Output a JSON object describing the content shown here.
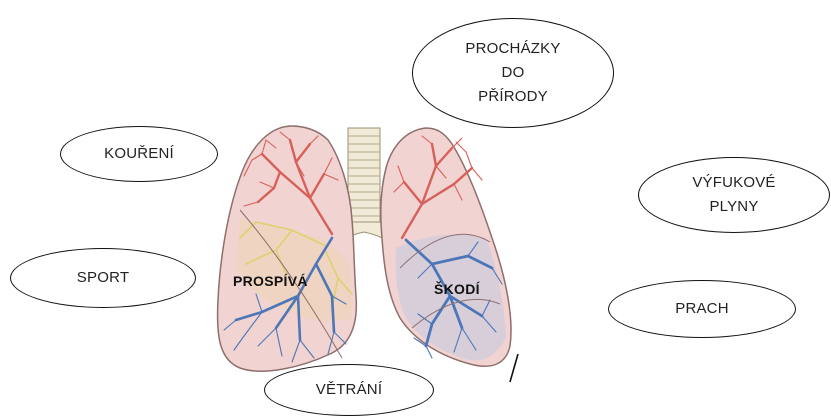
{
  "bubbles": {
    "prochazky": [
      "PROCHÁZKY",
      "DO",
      "PŘÍRODY"
    ],
    "koureni": [
      "KOUŘENÍ"
    ],
    "vyfukove": [
      "VÝFUKOVÉ",
      "PLYNY"
    ],
    "sport": [
      "SPORT"
    ],
    "prach": [
      "PRACH"
    ],
    "vetrani": [
      "VĚTRÁNÍ"
    ]
  },
  "lungs": {
    "left_label": "PROSPÍVÁ",
    "right_label": "ŠKODÍ"
  },
  "colors": {
    "tissue": "#f1d3d1",
    "tissue_edge": "#8e6f6d",
    "trachea": "#f0ead6",
    "artery": "#d8605a",
    "vein": "#4d76b8",
    "yellow": "#e3dc8a"
  }
}
